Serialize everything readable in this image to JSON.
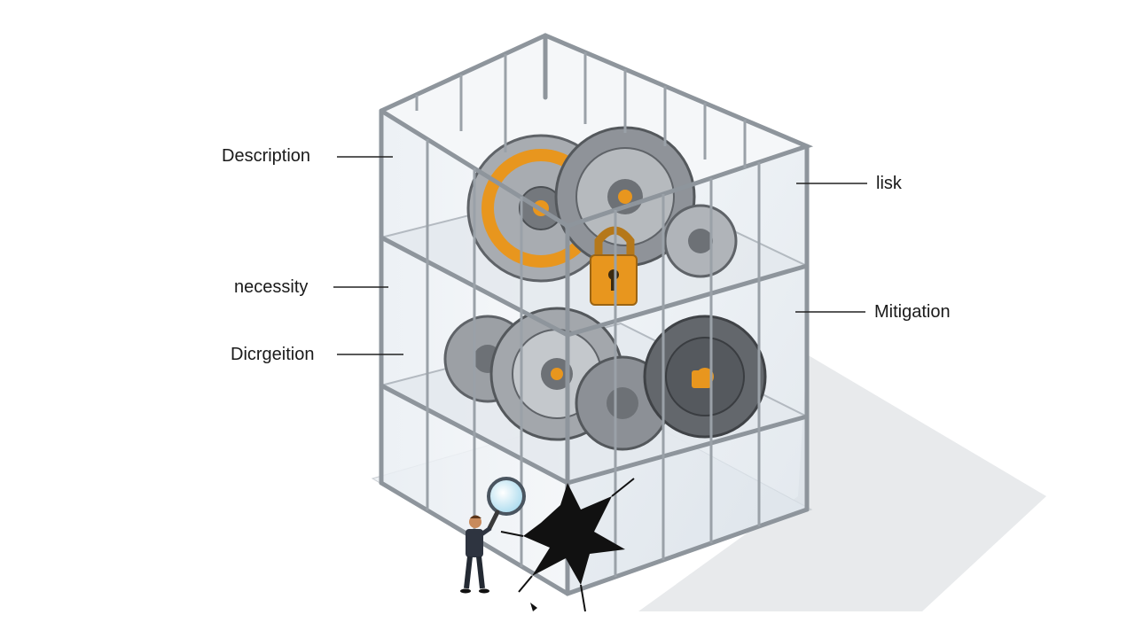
{
  "labels": {
    "description": "Description",
    "necessity": "necessity",
    "third": "Dicrgeition",
    "risk": "lisk",
    "mitigation": "Mitigation"
  },
  "colors": {
    "frame": "#8e959c",
    "glass": "#dfe7ee",
    "gear_dark": "#6b6f74",
    "gear_light": "#a9adb2",
    "accent_orange": "#e8961e",
    "ink": "#111111",
    "shadow": "#d4d8dc"
  },
  "icons": {
    "padlock": "padlock-icon",
    "magnifier": "magnifying-glass-icon",
    "crack": "ink-splat-crack"
  }
}
